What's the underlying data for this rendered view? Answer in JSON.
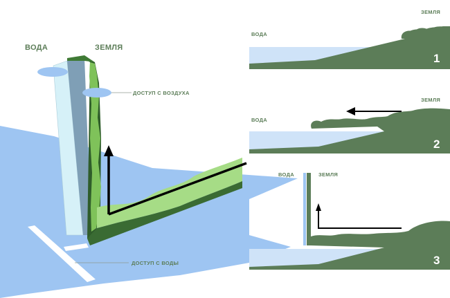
{
  "labels": {
    "water_main": "ВОДА",
    "land_main": "ЗЕМЛЯ",
    "air_access": "ДОСТУП С ВОЗДУХА",
    "water_access": "ДОСТУП С ВОДЫ"
  },
  "panels": [
    {
      "number": "1",
      "water": "ВОДА",
      "land": "ЗЕМЛЯ"
    },
    {
      "number": "2",
      "water": "ВОДА",
      "land": "ЗЕМЛЯ"
    },
    {
      "number": "3",
      "water": "ВОДА",
      "land": "ЗЕМЛЯ"
    }
  ],
  "colors": {
    "water": "#9ec5f2",
    "water_light": "#cfe3f8",
    "land_dark": "#5c7d58",
    "land_light": "#9ed67c",
    "tower_front": "#d6f1f8",
    "tower_side": "#7f9fb6"
  }
}
